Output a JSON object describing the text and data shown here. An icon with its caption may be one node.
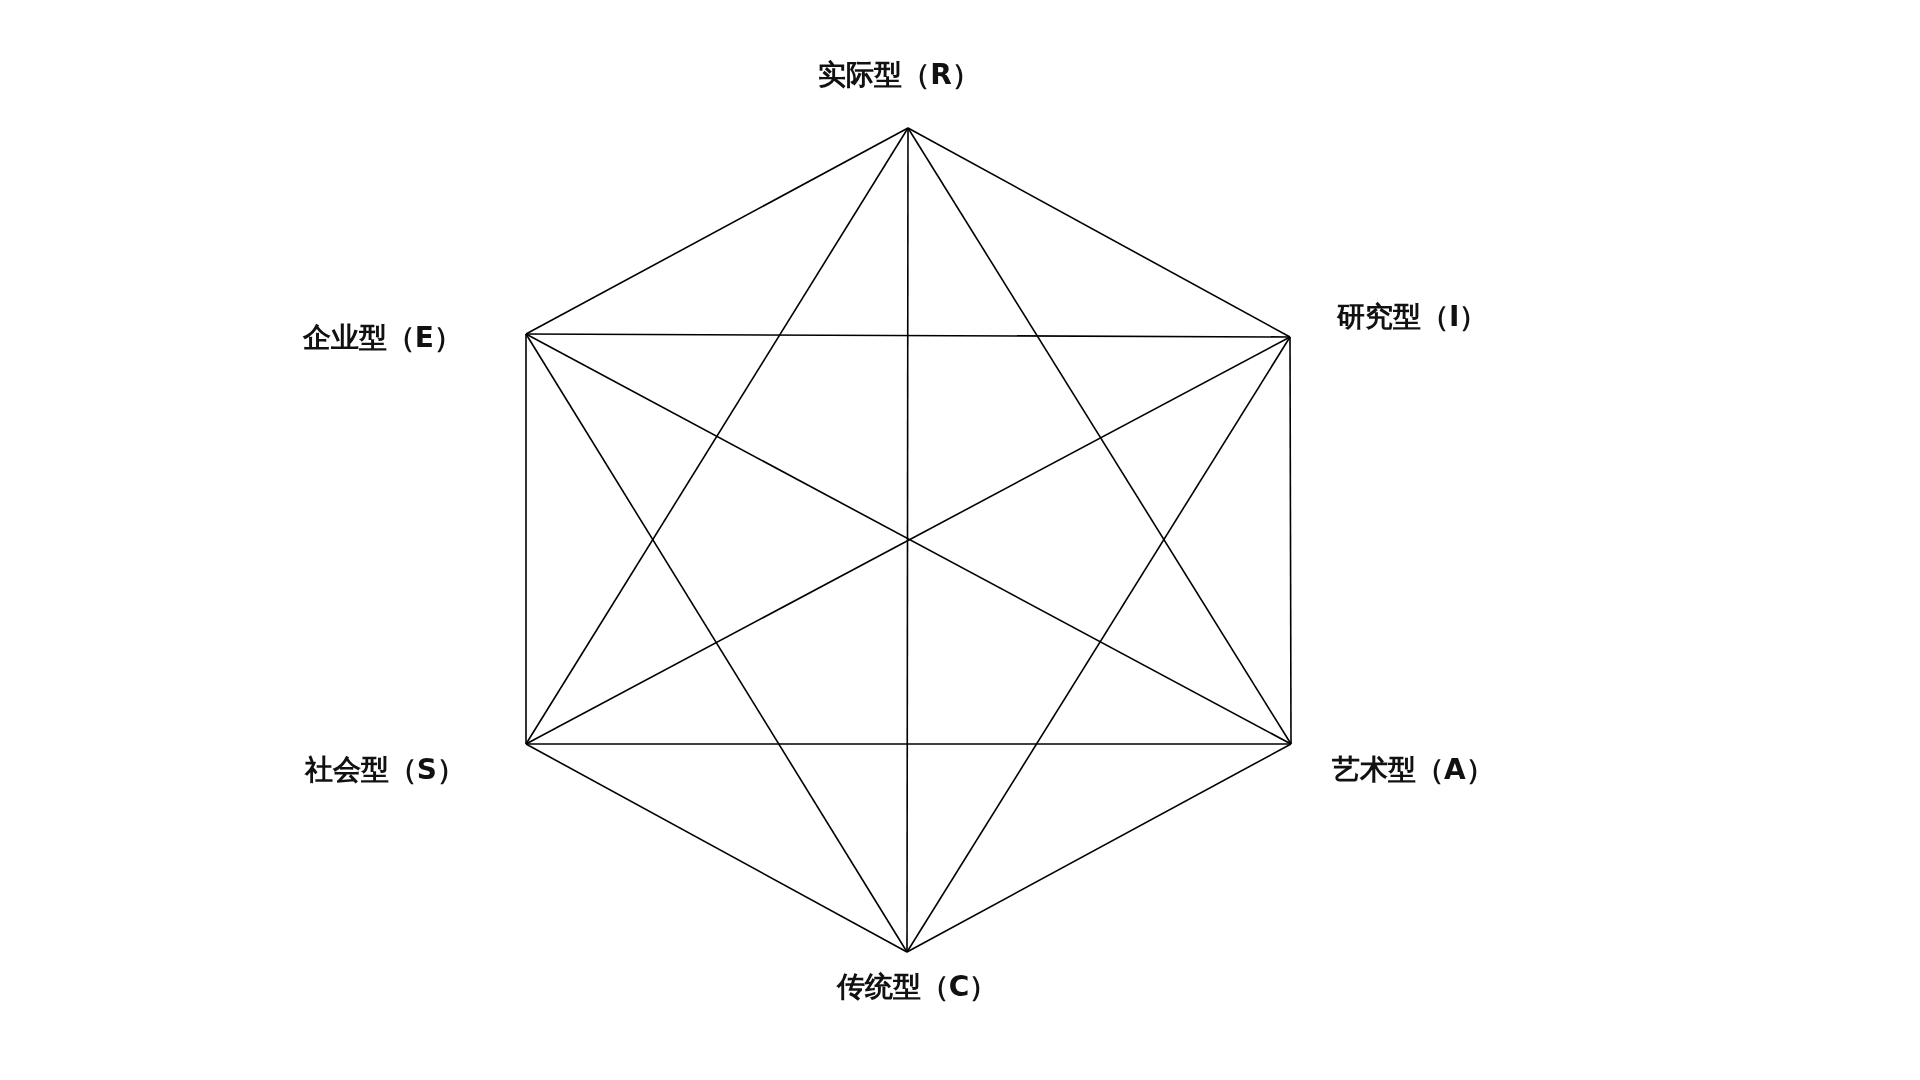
{
  "diagram": {
    "nodes": [
      {
        "text": [
          "实际型（R）"
        ]
      },
      {
        "text": [
          "企业型（E）"
        ]
      },
      {
        "text": [
          "研究型（I）"
        ]
      },
      {
        "text": [
          "社会型（S）"
        ]
      },
      {
        "text": [
          "艺术型（A）"
        ]
      },
      {
        "text": [
          "传统型（C）"
        ]
      }
    ],
    "edges": [
      {
        "from": 0,
        "to": 2,
        "arrow": "none"
      },
      {
        "from": 2,
        "to": 4,
        "arrow": "none"
      },
      {
        "from": 4,
        "to": 5,
        "arrow": "none"
      },
      {
        "from": 5,
        "to": 3,
        "arrow": "none"
      },
      {
        "from": 3,
        "to": 1,
        "arrow": "none"
      },
      {
        "from": 1,
        "to": 0,
        "arrow": "none"
      },
      {
        "from": 0,
        "to": 5,
        "arrow": "none"
      },
      {
        "from": 1,
        "to": 4,
        "arrow": "none"
      },
      {
        "from": 2,
        "to": 3,
        "arrow": "none"
      },
      {
        "from": 0,
        "to": 4,
        "arrow": "none"
      },
      {
        "from": 4,
        "to": 3,
        "arrow": "none"
      },
      {
        "from": 3,
        "to": 0,
        "arrow": "none"
      },
      {
        "from": 1,
        "to": 2,
        "arrow": "none"
      },
      {
        "from": 2,
        "to": 5,
        "arrow": "none"
      },
      {
        "from": 5,
        "to": 1,
        "arrow": "none"
      }
    ]
  }
}
